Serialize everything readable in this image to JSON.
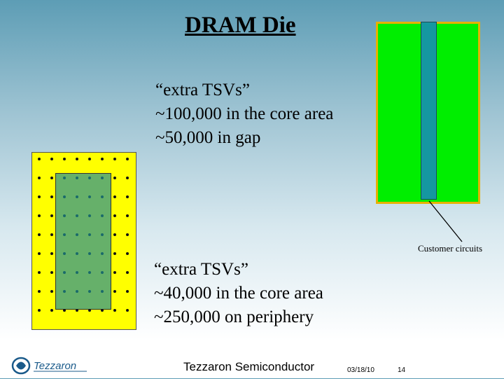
{
  "title": "DRAM Die",
  "top_annotation": {
    "lines": [
      "“extra TSVs”",
      "~100,000 in the core area",
      "~50,000 in gap"
    ]
  },
  "bottom_annotation": {
    "lines": [
      "“extra TSVs”",
      "~40,000 in the core area",
      "~250,000 on periphery"
    ]
  },
  "customer_label": "Customer circuits",
  "footer": {
    "company": "Tezzaron Semiconductor",
    "date": "03/18/10",
    "page": "14"
  },
  "logo": {
    "text": "Tezzaron"
  },
  "colors": {
    "die_yellow": "#ffff00",
    "core_green": "#66b06a",
    "die_green": "#00ee00",
    "strip_teal": "#1597a0",
    "border_gold": "#e8b000"
  }
}
